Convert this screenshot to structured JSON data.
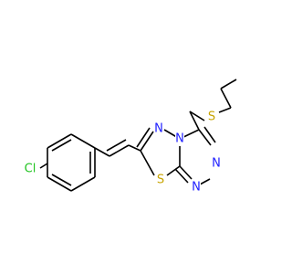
{
  "molecule": {
    "atoms": [
      {
        "id": "cl",
        "element": "Cl",
        "label": "Cl",
        "color": "#1fc31f"
      },
      {
        "id": "s_ring",
        "element": "S",
        "label": "S",
        "color": "#c8a400"
      },
      {
        "id": "n_a",
        "element": "N",
        "label": "N",
        "color": "#2020ff"
      },
      {
        "id": "n_b",
        "element": "N",
        "label": "N",
        "color": "#2020ff"
      },
      {
        "id": "n_c",
        "element": "N",
        "label": "N",
        "color": "#2020ff"
      },
      {
        "id": "n_d",
        "element": "N",
        "label": "N",
        "color": "#2020ff"
      },
      {
        "id": "s_chain",
        "element": "S",
        "label": "S",
        "color": "#c8a400"
      }
    ]
  }
}
